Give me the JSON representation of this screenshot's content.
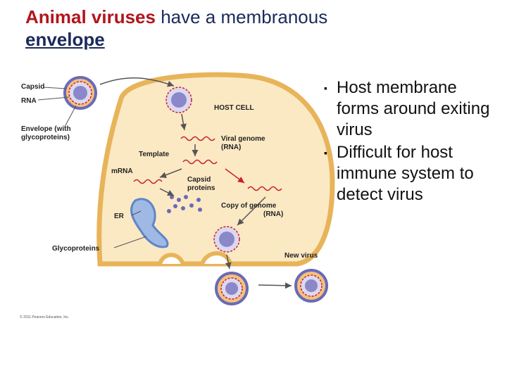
{
  "slide": {
    "title_part1": "Animal viruses",
    "title_part2": " have a membranous",
    "title_part3": "envelope"
  },
  "bullets": [
    {
      "marker": "▪",
      "text": "Host membrane forms around exiting virus"
    },
    {
      "marker": "▪",
      "text": "Difficult for host immune system to detect virus"
    }
  ],
  "figure": {
    "labels": {
      "capsid": "Capsid",
      "rna": "RNA",
      "envelope_1": "Envelope (with",
      "envelope_2": "glycoproteins)",
      "host_cell": "HOST CELL",
      "viral_genome_1": "Viral genome",
      "viral_genome_2": "(RNA)",
      "template": "Template",
      "mrna": "mRNA",
      "capsid_proteins_1": "Capsid",
      "capsid_proteins_2": "proteins",
      "copy_genome_1": "Copy of genome",
      "copy_genome_2": "(RNA)",
      "er": "ER",
      "glycoproteins": "Glycoproteins",
      "new_virus": "New virus"
    },
    "credit": "© 2011 Pearson Education, Inc.",
    "colors": {
      "cell_fill": "#fbe9c4",
      "cell_membrane": "#e8b45a",
      "capsid_ring": "#6a6ab8",
      "rna_red": "#c8202c",
      "er_blue": "#5e86c8"
    }
  }
}
